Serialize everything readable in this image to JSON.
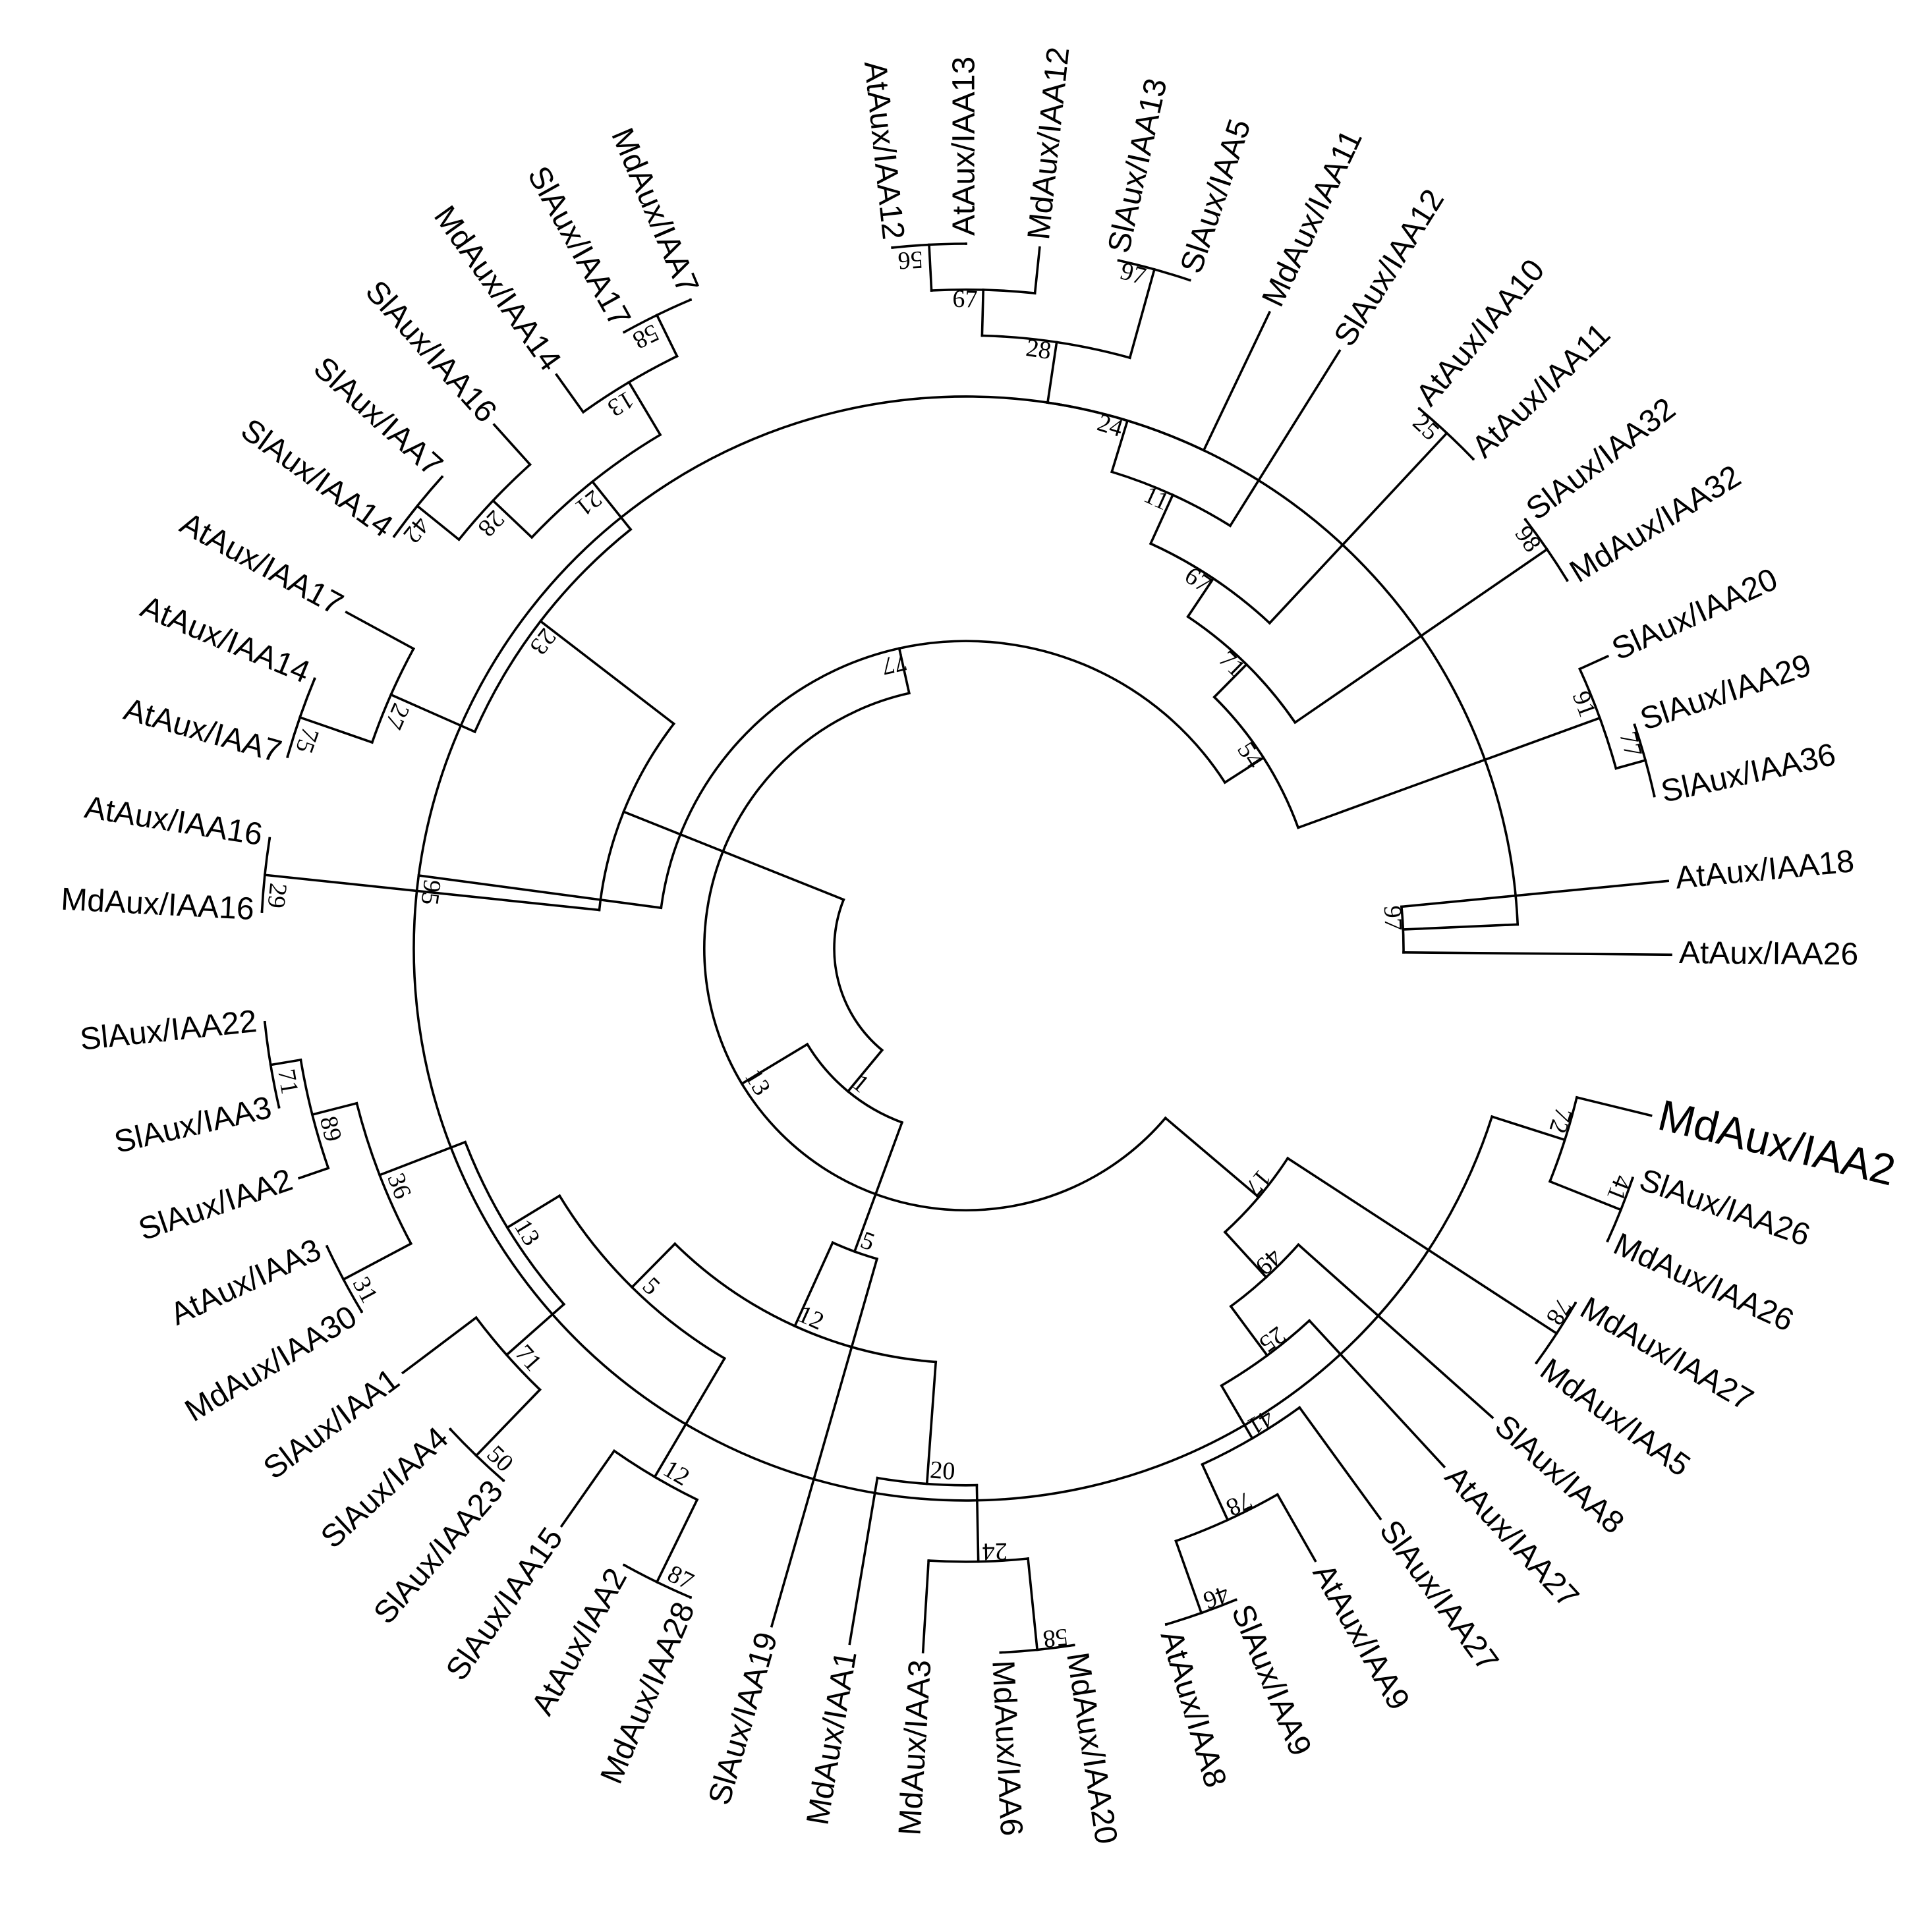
{
  "leaves": [
    {
      "id": "L1",
      "label": "MdAux/IAA2",
      "angle": -13.7,
      "highlight": true
    },
    {
      "id": "L2",
      "label": "SlAux/IAA26",
      "angle": -19.0
    },
    {
      "id": "L3",
      "label": "MdAux/IAA26",
      "angle": -24.5
    },
    {
      "id": "L4",
      "label": "MdAux/IAA27",
      "angle": -30.2
    },
    {
      "id": "L5",
      "label": "MdAux/IAA5",
      "angle": -36.0
    },
    {
      "id": "L6",
      "label": "SlAux/IAA8",
      "angle": -41.7
    },
    {
      "id": "L7",
      "label": "AtAux/IAA27",
      "angle": -47.3
    },
    {
      "id": "L8",
      "label": "SlAux/IAA27",
      "angle": -54.0
    },
    {
      "id": "L9",
      "label": "AtAux/IAA9",
      "angle": -60.3
    },
    {
      "id": "L10",
      "label": "SlAux/IAA9",
      "angle": -67.5
    },
    {
      "id": "L11",
      "label": "AtAux/IAA8",
      "angle": -73.5
    },
    {
      "id": "L12",
      "label": "MdAux/IAA20",
      "angle": -81.2
    },
    {
      "id": "L13",
      "label": "MdAux/IAA6",
      "angle": -87.2
    },
    {
      "id": "L14",
      "label": "MdAux/IAA3",
      "angle": -93.5
    },
    {
      "id": "L15",
      "label": "MdAux/IAA1",
      "angle": -99.5
    },
    {
      "id": "L16",
      "label": "SlAux/IAA19",
      "angle": -106.0
    },
    {
      "id": "L17",
      "label": "MdAux/IAA28",
      "angle": -113.0
    },
    {
      "id": "L18",
      "label": "AtAux/IAA2",
      "angle": -119.0
    },
    {
      "id": "L19",
      "label": "SlAux/IAA15",
      "angle": -125.0
    },
    {
      "id": "L20",
      "label": "SlAux/IAA23",
      "angle": -131.0
    },
    {
      "id": "L21",
      "label": "SlAux/IAA4",
      "angle": -137.0
    },
    {
      "id": "L22",
      "label": "SlAux/IAA1",
      "angle": -143.0
    },
    {
      "id": "L23",
      "label": "MdAux/IAA30",
      "angle": -149.0
    },
    {
      "id": "L24",
      "label": "AtAux/IAA3",
      "angle": -155.0
    },
    {
      "id": "L25",
      "label": "SlAux/IAA2",
      "angle": -161.0
    },
    {
      "id": "L26",
      "label": "SlAux/IAA3",
      "angle": -167.0
    },
    {
      "id": "L27",
      "label": "SlAux/IAA22",
      "angle": -174.0
    },
    {
      "id": "L28",
      "label": "MdAux/IAA16",
      "angle": -183.0
    },
    {
      "id": "L29",
      "label": "AtAux/IAA16",
      "angle": -189.0
    },
    {
      "id": "L30",
      "label": "AtAux/IAA7",
      "angle": -195.8
    },
    {
      "id": "L31",
      "label": "AtAux/IAA14",
      "angle": -202.5
    },
    {
      "id": "L32",
      "label": "AtAux/IAA17",
      "angle": -208.5
    },
    {
      "id": "L33",
      "label": "SlAux/IAA14",
      "angle": -215.8
    },
    {
      "id": "L34",
      "label": "SlAux/IAA7",
      "angle": -222.0
    },
    {
      "id": "L35",
      "label": "SlAux/IAA16",
      "angle": -228.0
    },
    {
      "id": "L36",
      "label": "MdAux/IAA14",
      "angle": -234.5
    },
    {
      "id": "L37",
      "label": "SlAux/IAA17",
      "angle": -241.0
    },
    {
      "id": "L38",
      "label": "MdAux/IAA7",
      "angle": -247.0
    },
    {
      "id": "L39",
      "label": "AtAux/IAA12",
      "angle": -264.0
    },
    {
      "id": "L40",
      "label": "AtAux/IAA13",
      "angle": -270.0
    },
    {
      "id": "L41",
      "label": "MdAux/IAA12",
      "angle": -276.0
    },
    {
      "id": "L42",
      "label": "SlAux/IAA13",
      "angle": -282.5
    },
    {
      "id": "L43",
      "label": "SlAux/IAA5",
      "angle": -288.5
    },
    {
      "id": "L44",
      "label": "MdAux/IAA11",
      "angle": -295.5
    },
    {
      "id": "L45",
      "label": "SlAux/IAA12",
      "angle": -302.0
    },
    {
      "id": "L46",
      "label": "AtAux/IAA10",
      "angle": -310.0
    },
    {
      "id": "L47",
      "label": "AtAux/IAA11",
      "angle": -316.0
    },
    {
      "id": "L48",
      "label": "SlAux/IAA32",
      "angle": -322.5
    },
    {
      "id": "L49",
      "label": "MdAux/IAA32",
      "angle": -328.5
    },
    {
      "id": "L50",
      "label": "SlAux/IAA20",
      "angle": -335.5
    },
    {
      "id": "L51",
      "label": "SlAux/IAA29",
      "angle": -341.5
    },
    {
      "id": "L52",
      "label": "SlAux/IAA36",
      "angle": -347.5
    },
    {
      "id": "L53",
      "label": "AtAux/IAA18",
      "angle": -354.5
    },
    {
      "id": "L54",
      "label": "AtAux/IAA26",
      "angle": -360.5
    }
  ],
  "nodes": [
    {
      "id": "N1",
      "r": 650,
      "children": [
        "L53",
        "L54"
      ],
      "bootstrap": "97"
    },
    {
      "id": "N2",
      "r": 1000,
      "children": [
        "L2",
        "L3"
      ],
      "bootstrap": "41"
    },
    {
      "id": "N3",
      "r": 900,
      "children": [
        "L1",
        "N2"
      ],
      "bootstrap": "72"
    },
    {
      "id": "N4",
      "r": 800,
      "children": [
        "N1",
        "N3"
      ],
      "bootstrap": "95"
    },
    {
      "id": "N5",
      "r": 1000,
      "children": [
        "L4",
        "L5"
      ],
      "bootstrap": "78"
    },
    {
      "id": "N6",
      "r": 1000,
      "children": [
        "L10",
        "L11"
      ],
      "bootstrap": "46"
    },
    {
      "id": "N7",
      "r": 900,
      "children": [
        "L9",
        "N6"
      ],
      "bootstrap": "78"
    },
    {
      "id": "N8",
      "r": 820,
      "children": [
        "L8",
        "N7"
      ],
      "bootstrap": "41"
    },
    {
      "id": "N9",
      "r": 740,
      "children": [
        "L7",
        "N8"
      ],
      "bootstrap": "25"
    },
    {
      "id": "N10",
      "r": 660,
      "children": [
        "L6",
        "N9"
      ],
      "bootstrap": "49"
    },
    {
      "id": "N11",
      "r": 580,
      "children": [
        "N5",
        "N10"
      ],
      "bootstrap": "17"
    },
    {
      "id": "N12",
      "r": 1000,
      "children": [
        "L12",
        "L13"
      ],
      "bootstrap": "58"
    },
    {
      "id": "N13",
      "r": 880,
      "children": [
        "L14",
        "N12"
      ],
      "bootstrap": "24"
    },
    {
      "id": "N14",
      "r": 780,
      "children": [
        "L15",
        "N13"
      ],
      "bootstrap": "20"
    },
    {
      "id": "N15",
      "r": 1000,
      "children": [
        "L17",
        "L18"
      ],
      "bootstrap": "87"
    },
    {
      "id": "N16",
      "r": 880,
      "children": [
        "L19",
        "N15"
      ],
      "bootstrap": "12"
    },
    {
      "id": "N17",
      "r": 1000,
      "children": [
        "L20",
        "L21"
      ],
      "bootstrap": "50"
    },
    {
      "id": "N18",
      "r": 880,
      "children": [
        "L22",
        "N17"
      ],
      "bootstrap": "71"
    },
    {
      "id": "N19",
      "r": 1000,
      "children": [
        "L23",
        "L24"
      ],
      "bootstrap": "31"
    },
    {
      "id": "N20",
      "r": 1000,
      "children": [
        "L26",
        "L27"
      ],
      "bootstrap": "71"
    },
    {
      "id": "N21",
      "r": 960,
      "children": [
        "N20",
        "L25"
      ],
      "bootstrap": "89"
    },
    {
      "id": "N22",
      "r": 900,
      "children": [
        "N21",
        "N19"
      ],
      "bootstrap": "36"
    },
    {
      "id": "N23",
      "r": 780,
      "children": [
        "N22",
        "N18"
      ],
      "bootstrap": "13"
    },
    {
      "id": "N24",
      "r": 700,
      "children": [
        "N23",
        "N16"
      ],
      "bootstrap": "5"
    },
    {
      "id": "N25",
      "r": 620,
      "children": [
        "N14",
        "N24"
      ],
      "bootstrap": "12"
    },
    {
      "id": "N26",
      "r": 500,
      "children": [
        "L16",
        "N25"
      ],
      "bootstrap": "5"
    },
    {
      "id": "N27",
      "r": 1000,
      "children": [
        "L28",
        "L29"
      ],
      "bootstrap": "29"
    },
    {
      "id": "N28",
      "r": 1000,
      "children": [
        "L30",
        "L31"
      ],
      "bootstrap": "75"
    },
    {
      "id": "N29",
      "r": 900,
      "children": [
        "N28",
        "L32"
      ],
      "bootstrap": "27"
    },
    {
      "id": "N30",
      "r": 1000,
      "children": [
        "L33",
        "L34"
      ],
      "bootstrap": "42"
    },
    {
      "id": "N31",
      "r": 930,
      "children": [
        "N30",
        "L35"
      ],
      "bootstrap": "28"
    },
    {
      "id": "N32",
      "r": 1000,
      "children": [
        "L37",
        "L38"
      ],
      "bootstrap": "58"
    },
    {
      "id": "N33",
      "r": 940,
      "children": [
        "L36",
        "N32"
      ],
      "bootstrap": "13"
    },
    {
      "id": "N34",
      "r": 860,
      "children": [
        "N31",
        "N33"
      ],
      "bootstrap": "21"
    },
    {
      "id": "N35",
      "r": 780,
      "children": [
        "N29",
        "N34"
      ],
      "bootstrap": "23"
    },
    {
      "id": "N36",
      "r": 560,
      "children": [
        "N27",
        "N35"
      ],
      "bootstrap": ""
    },
    {
      "id": "N37",
      "r": 1000,
      "children": [
        "L39",
        "L40"
      ],
      "bootstrap": "56"
    },
    {
      "id": "N38",
      "r": 940,
      "children": [
        "N37",
        "L41"
      ],
      "bootstrap": "67"
    },
    {
      "id": "N39",
      "r": 1000,
      "children": [
        "L42",
        "L43"
      ],
      "bootstrap": "97"
    },
    {
      "id": "N40",
      "r": 880,
      "children": [
        "N38",
        "N39"
      ],
      "bootstrap": "28"
    },
    {
      "id": "N41",
      "r": 800,
      "children": [
        "N40",
        "L44"
      ],
      "bootstrap": "24"
    },
    {
      "id": "N42",
      "r": 730,
      "children": [
        "N41",
        "L45"
      ],
      "bootstrap": "11"
    },
    {
      "id": "N43",
      "r": 1000,
      "children": [
        "L46",
        "L47"
      ],
      "bootstrap": "25"
    },
    {
      "id": "N44",
      "r": 660,
      "children": [
        "N42",
        "N43"
      ],
      "bootstrap": "67"
    },
    {
      "id": "N45",
      "r": 1000,
      "children": [
        "L48",
        "L49"
      ],
      "bootstrap": "98"
    },
    {
      "id": "N46",
      "r": 600,
      "children": [
        "N44",
        "N45"
      ],
      "bootstrap": "71"
    },
    {
      "id": "N47",
      "r": 1000,
      "children": [
        "L51",
        "L52"
      ],
      "bootstrap": "77"
    },
    {
      "id": "N48",
      "r": 960,
      "children": [
        "L50",
        "N47"
      ],
      "bootstrap": "91"
    },
    {
      "id": "N49",
      "r": 540,
      "children": [
        "N46",
        "N48"
      ],
      "bootstrap": "54"
    },
    {
      "id": "N50",
      "r": 480,
      "children": [
        "N4",
        "N49"
      ],
      "bootstrap": "77"
    },
    {
      "id": "N51",
      "r": 420,
      "children": [
        "N50",
        "N11"
      ],
      "bootstrap": "13"
    },
    {
      "id": "N52",
      "r": 320,
      "children": [
        "N51",
        "N26"
      ],
      "bootstrap": "1"
    },
    {
      "id": "N53",
      "r": 250,
      "children": [
        "N52",
        "N36"
      ],
      "bootstrap": ""
    }
  ],
  "root": "N53"
}
